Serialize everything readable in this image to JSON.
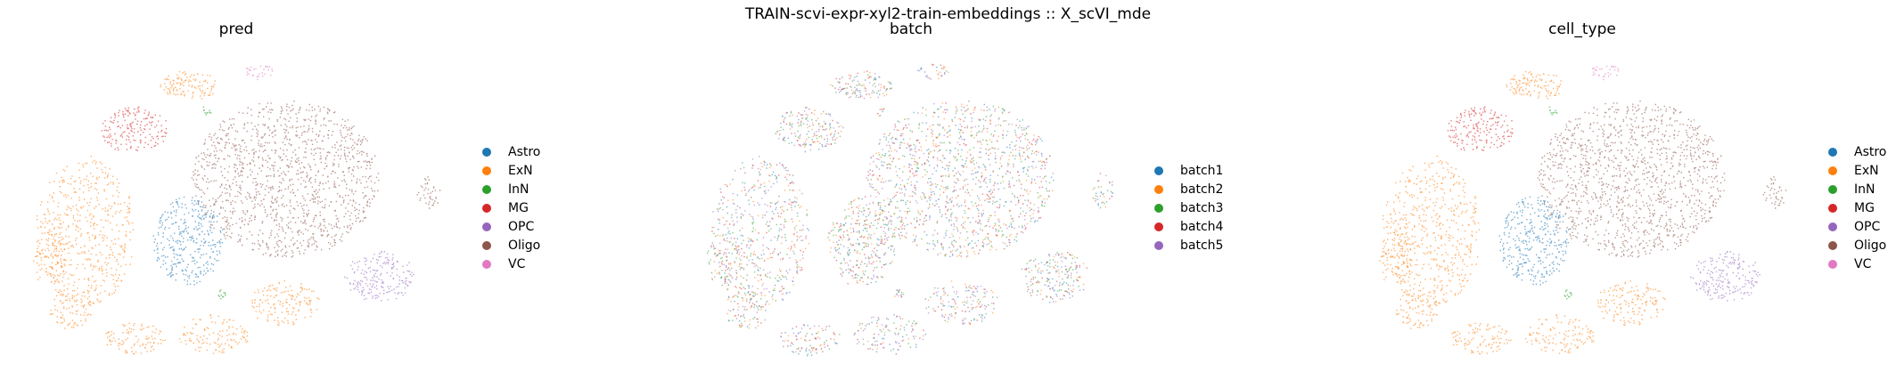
{
  "suptitle": "TRAIN-scvi-expr-xyl2-train-embeddings :: X_scVI_mde",
  "chart_data": [
    {
      "type": "scatter",
      "title": "pred",
      "legend": [
        {
          "label": "Astro",
          "color": "#1f77b4"
        },
        {
          "label": "ExN",
          "color": "#ff7f0e"
        },
        {
          "label": "InN",
          "color": "#2ca02c"
        },
        {
          "label": "MG",
          "color": "#d62728"
        },
        {
          "label": "OPC",
          "color": "#9467bd"
        },
        {
          "label": "Oligo",
          "color": "#8c564b"
        },
        {
          "label": "VC",
          "color": "#e377c2"
        }
      ],
      "legend_position": "right"
    },
    {
      "type": "scatter",
      "title": "batch",
      "legend": [
        {
          "label": "batch1",
          "color": "#1f77b4"
        },
        {
          "label": "batch2",
          "color": "#ff7f0e"
        },
        {
          "label": "batch3",
          "color": "#2ca02c"
        },
        {
          "label": "batch4",
          "color": "#d62728"
        },
        {
          "label": "batch5",
          "color": "#9467bd"
        }
      ],
      "legend_position": "right"
    },
    {
      "type": "scatter",
      "title": "cell_type",
      "legend": [
        {
          "label": "Astro",
          "color": "#1f77b4"
        },
        {
          "label": "ExN",
          "color": "#ff7f0e"
        },
        {
          "label": "InN",
          "color": "#2ca02c"
        },
        {
          "label": "MG",
          "color": "#d62728"
        },
        {
          "label": "OPC",
          "color": "#9467bd"
        },
        {
          "label": "Oligo",
          "color": "#8c564b"
        },
        {
          "label": "VC",
          "color": "#e377c2"
        }
      ],
      "legend_position": "right"
    }
  ]
}
